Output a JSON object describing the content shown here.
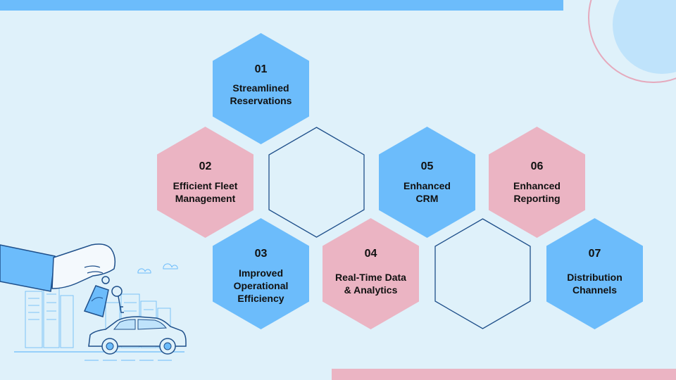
{
  "colors": {
    "background": "#dff1fa",
    "blue": "#6cbcfb",
    "pink": "#ebb4c3",
    "outline": "#1e4f8a",
    "top_bar": "#6cbcfb",
    "bottom_bar": "#ebb4c3"
  },
  "hexagons": [
    {
      "number": "01",
      "label": "Streamlined\nReservations",
      "fill": "blue"
    },
    {
      "number": "02",
      "label": "Efficient Fleet\nManagement",
      "fill": "pink"
    },
    {
      "number": "03",
      "label": "Improved\nOperational\nEfficiency",
      "fill": "blue"
    },
    {
      "number": "04",
      "label": "Real-Time Data\n& Analytics",
      "fill": "pink"
    },
    {
      "number": "05",
      "label": "Enhanced\nCRM",
      "fill": "blue"
    },
    {
      "number": "06",
      "label": "Enhanced\nReporting",
      "fill": "pink"
    },
    {
      "number": "07",
      "label": "Distribution\nChannels",
      "fill": "blue"
    },
    {
      "number": "",
      "label": "",
      "fill": "outline"
    },
    {
      "number": "",
      "label": "",
      "fill": "outline"
    }
  ],
  "illustration": {
    "icon": "car-keys-handover-icon"
  }
}
